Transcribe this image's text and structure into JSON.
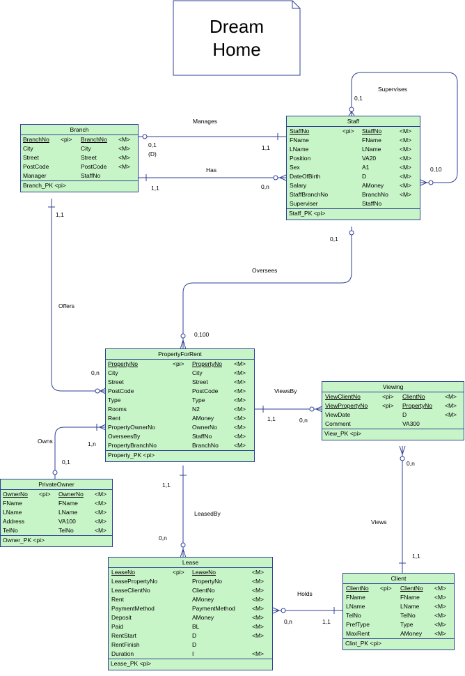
{
  "note": {
    "line1": "Dream",
    "line2": "Home"
  },
  "entities": {
    "branch": {
      "title": "Branch",
      "rows": [
        {
          "a": "BranchNo",
          "b": "<pi>",
          "c": "BranchNo",
          "d": "<M>",
          "key": true
        },
        {
          "a": "City",
          "b": "",
          "c": "City",
          "d": "<M>"
        },
        {
          "a": "Street",
          "b": "",
          "c": "Street",
          "d": "<M>"
        },
        {
          "a": "PostCode",
          "b": "",
          "c": "PostCode",
          "d": "<M>"
        },
        {
          "a": "Manager",
          "b": "",
          "c": "StaffNo",
          "d": ""
        }
      ],
      "key": "Branch_PK  <pi>"
    },
    "staff": {
      "title": "Staff",
      "rows": [
        {
          "a": "StaffNo",
          "b": "<pi>",
          "c": "StaffNo",
          "d": "<M>",
          "key": true
        },
        {
          "a": "FName",
          "b": "",
          "c": "FName",
          "d": "<M>"
        },
        {
          "a": "LName",
          "b": "",
          "c": "LName",
          "d": "<M>"
        },
        {
          "a": "Position",
          "b": "",
          "c": "VA20",
          "d": "<M>"
        },
        {
          "a": "Sex",
          "b": "",
          "c": "A1",
          "d": "<M>"
        },
        {
          "a": "DateOfBirth",
          "b": "",
          "c": "D",
          "d": "<M>"
        },
        {
          "a": "Salary",
          "b": "",
          "c": "AMoney",
          "d": "<M>"
        },
        {
          "a": "StaffBranchNo",
          "b": "",
          "c": "BranchNo",
          "d": "<M>"
        },
        {
          "a": "Superviser",
          "b": "",
          "c": "StaffNo",
          "d": ""
        }
      ],
      "key": "Staff_PK  <pi>"
    },
    "property": {
      "title": "PropertyForRent",
      "rows": [
        {
          "a": "PropertyNo",
          "b": "<pi>",
          "c": "PropertyNo",
          "d": "<M>",
          "key": true
        },
        {
          "a": "City",
          "b": "",
          "c": "City",
          "d": "<M>"
        },
        {
          "a": "Street",
          "b": "",
          "c": "Street",
          "d": "<M>"
        },
        {
          "a": "PostCode",
          "b": "",
          "c": "PostCode",
          "d": "<M>"
        },
        {
          "a": "Type",
          "b": "",
          "c": "Type",
          "d": "<M>"
        },
        {
          "a": "Rooms",
          "b": "",
          "c": "N2",
          "d": "<M>"
        },
        {
          "a": "Rent",
          "b": "",
          "c": "AMoney",
          "d": "<M>"
        },
        {
          "a": "PropertyOwnerNo",
          "b": "",
          "c": "OwnerNo",
          "d": "<M>"
        },
        {
          "a": "OverseesBy",
          "b": "",
          "c": "StaffNo",
          "d": "<M>"
        },
        {
          "a": "PropertyBranchNo",
          "b": "",
          "c": "BranchNo",
          "d": "<M>"
        }
      ],
      "key": "Property_PK  <pi>"
    },
    "viewing": {
      "title": "Viewing",
      "rows": [
        {
          "a": "ViewClientNo",
          "b": "<pi>",
          "c": "ClientNo",
          "d": "<M>",
          "key": true
        },
        {
          "a": "ViewPropertyNo",
          "b": "<pi>",
          "c": "PropertyNo",
          "d": "<M>",
          "key": true
        },
        {
          "a": "ViewDate",
          "b": "",
          "c": "D",
          "d": "<M>"
        },
        {
          "a": "Comment",
          "b": "",
          "c": "VA300",
          "d": ""
        }
      ],
      "key": "View_PK  <pi>"
    },
    "owner": {
      "title": "PrivateOwner",
      "rows": [
        {
          "a": "OwnerNo",
          "b": "<pi>",
          "c": "OwnerNo",
          "d": "<M>",
          "key": true
        },
        {
          "a": "FName",
          "b": "",
          "c": "FName",
          "d": "<M>"
        },
        {
          "a": "LName",
          "b": "",
          "c": "LName",
          "d": "<M>"
        },
        {
          "a": "Address",
          "b": "",
          "c": "VA100",
          "d": "<M>"
        },
        {
          "a": "TelNo",
          "b": "",
          "c": "TelNo",
          "d": "<M>"
        }
      ],
      "key": "Owner_PK  <pi>"
    },
    "lease": {
      "title": "Lease",
      "rows": [
        {
          "a": "LeaseNo",
          "b": "<pi>",
          "c": "LeaseNo",
          "d": "<M>",
          "key": true
        },
        {
          "a": "LeasePropertyNo",
          "b": "",
          "c": "PropertyNo",
          "d": "<M>"
        },
        {
          "a": "LeaseClientNo",
          "b": "",
          "c": "ClientNo",
          "d": "<M>"
        },
        {
          "a": "Rent",
          "b": "",
          "c": "AMoney",
          "d": "<M>"
        },
        {
          "a": "PaymentMethod",
          "b": "",
          "c": "PaymentMethod",
          "d": "<M>"
        },
        {
          "a": "Deposit",
          "b": "",
          "c": "AMoney",
          "d": "<M>"
        },
        {
          "a": "Paid",
          "b": "",
          "c": "BL",
          "d": "<M>"
        },
        {
          "a": "RentStart",
          "b": "",
          "c": "D",
          "d": "<M>"
        },
        {
          "a": "RentFinish",
          "b": "",
          "c": "D",
          "d": ""
        },
        {
          "a": "Duration",
          "b": "",
          "c": "I",
          "d": "<M>"
        }
      ],
      "key": "Lease_PK  <pi>"
    },
    "client": {
      "title": "Client",
      "rows": [
        {
          "a": "ClientNo",
          "b": "<pi>",
          "c": "ClientNo",
          "d": "<M>",
          "key": true
        },
        {
          "a": "FName",
          "b": "",
          "c": "FName",
          "d": "<M>"
        },
        {
          "a": "LName",
          "b": "",
          "c": "LName",
          "d": "<M>"
        },
        {
          "a": "TelNo",
          "b": "",
          "c": "TelNo",
          "d": "<M>"
        },
        {
          "a": "PrefType",
          "b": "",
          "c": "Type",
          "d": "<M>"
        },
        {
          "a": "MaxRent",
          "b": "",
          "c": "AMoney",
          "d": "<M>"
        }
      ],
      "key": "Clint_PK  <pi>"
    }
  },
  "relationships": {
    "supervises": {
      "name": "Supervises",
      "card1": "0,1",
      "card2": "0,10"
    },
    "manages": {
      "name": "Manages",
      "card1": "0,1",
      "card1b": "(D)",
      "card2": "1,1"
    },
    "has": {
      "name": "Has",
      "card1": "1,1",
      "card2": "0,n"
    },
    "oversees": {
      "name": "Oversees",
      "card1": "0,1",
      "card2": "0,100"
    },
    "offers": {
      "name": "Offers",
      "card1": "1,1",
      "card2": "0,n"
    },
    "viewsby": {
      "name": "ViewsBy",
      "card1": "1,1",
      "card2": "0,n"
    },
    "owns": {
      "name": "Owns",
      "card1": "0,1",
      "card2": "1,n"
    },
    "leasedby": {
      "name": "LeasedBy",
      "card1": "1,1",
      "card2": "0,n"
    },
    "views": {
      "name": "Views",
      "card1": "0,n",
      "card2": "1,1"
    },
    "holds": {
      "name": "Holds",
      "card1": "0,n",
      "card2": "1,1"
    }
  },
  "colors": {
    "entity_fill": "#c8f5c8",
    "border": "#2d3f94",
    "line": "#2d3f94"
  }
}
